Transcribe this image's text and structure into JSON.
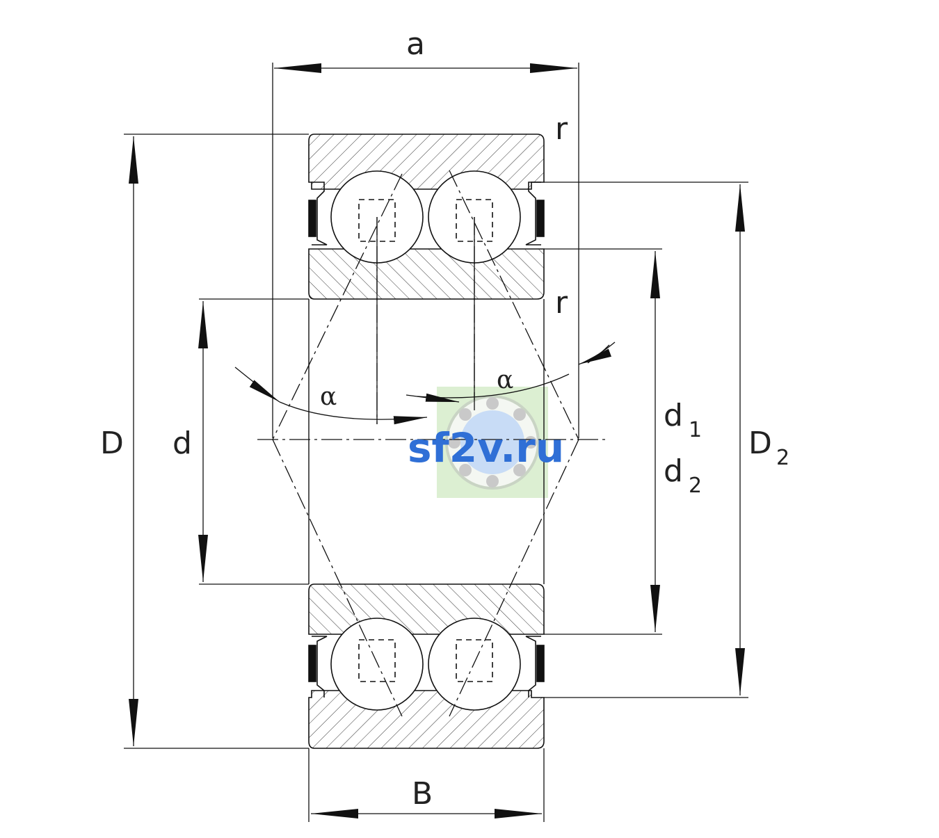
{
  "labels": {
    "a": "a",
    "r_top": "r",
    "r_mid": "r",
    "D": "D",
    "d": "d",
    "d1_main": "d",
    "d1_sub": "1",
    "d2_main": "d",
    "d2_sub": "2",
    "D2_main": "D",
    "D2_sub": "2",
    "B": "B",
    "alpha_left": "α",
    "alpha_right": "α"
  },
  "watermark": {
    "text": "sf2v.ru",
    "color": "#2f6fd6"
  },
  "colors": {
    "line": "#111111",
    "watermark_bg": "#dcefd2"
  }
}
